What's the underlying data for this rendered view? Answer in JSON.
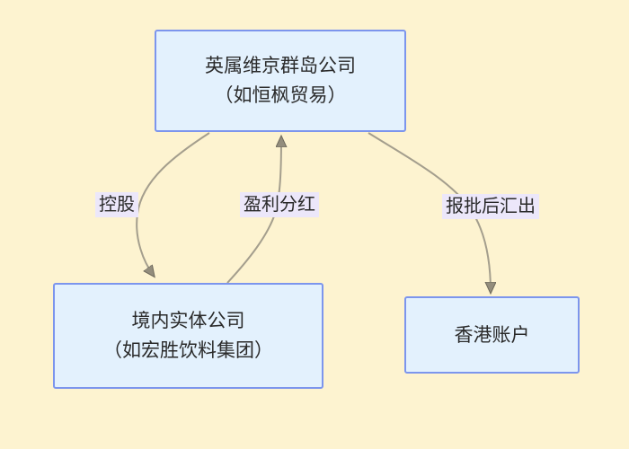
{
  "diagram": {
    "nodes": {
      "bvi": {
        "line1": "英属维京群岛公司",
        "line2": "（如恒枫贸易）"
      },
      "domestic": {
        "line1": "境内实体公司",
        "line2": "（如宏胜饮料集团）"
      },
      "hk": {
        "label": "香港账户"
      }
    },
    "edges": {
      "holding": {
        "label": "控股",
        "from": "bvi",
        "to": "domestic"
      },
      "dividend": {
        "label": "盈利分红",
        "from": "domestic",
        "to": "bvi"
      },
      "remit": {
        "label": "报批后汇出",
        "from": "bvi",
        "to": "hk"
      }
    },
    "colors": {
      "background": "#fdf3d0",
      "node_fill": "#e3f1fd",
      "node_border": "#7c95ed",
      "edge_line": "#a49e8d",
      "arrowhead": "#938d7d",
      "arrowhead_border": "#6e695c",
      "edge_label_bg": "#ece7fa",
      "text": "#2a2a2a"
    }
  }
}
